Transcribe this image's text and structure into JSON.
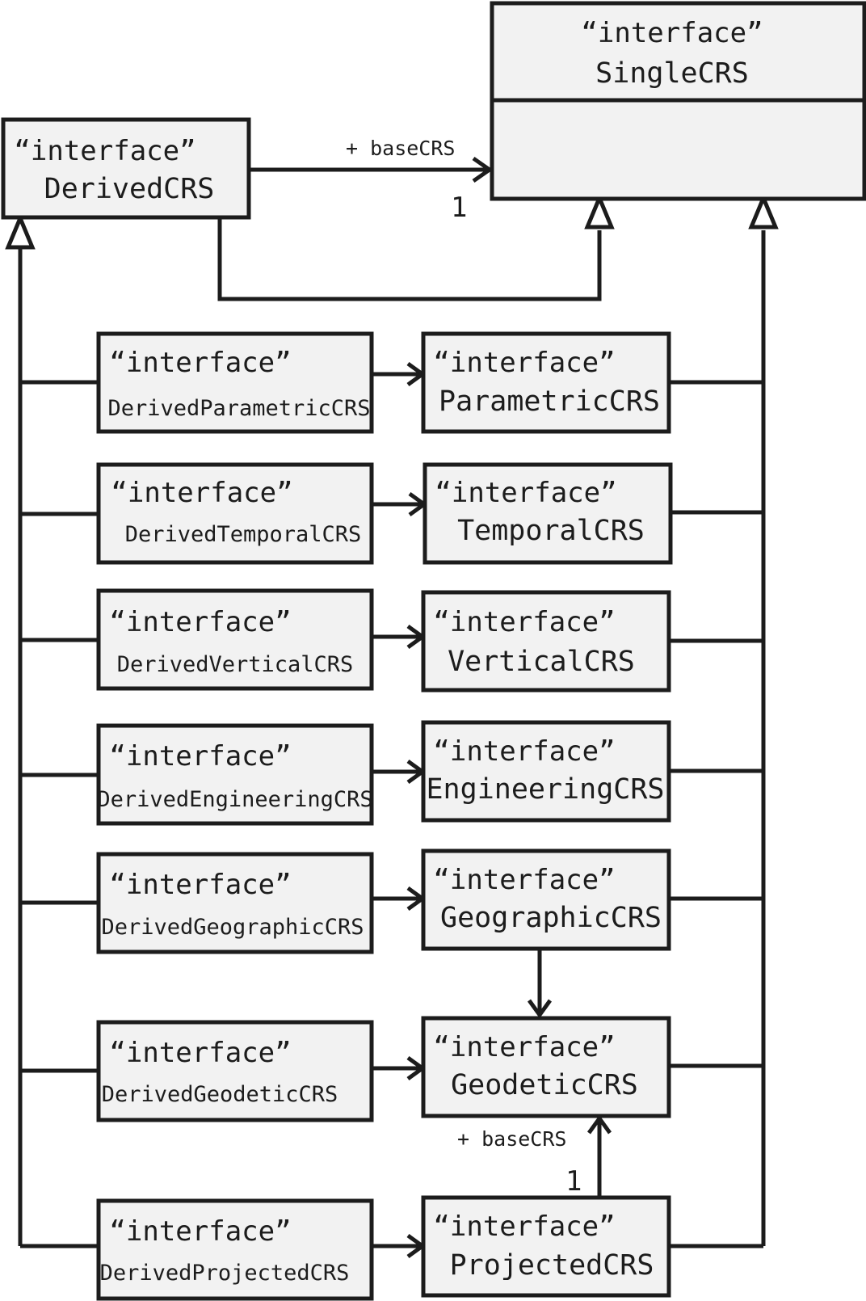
{
  "stereotype": "“interface”",
  "classes": {
    "single_crs": {
      "stereotype": "“interface”",
      "name": "SingleCRS"
    },
    "derived_crs": {
      "stereotype": "“interface”",
      "name": "DerivedCRS"
    },
    "derived_parametric": {
      "stereotype": "“interface”",
      "name": "DerivedParametricCRS"
    },
    "parametric": {
      "stereotype": "“interface”",
      "name": "ParametricCRS"
    },
    "derived_temporal": {
      "stereotype": "“interface”",
      "name": "DerivedTemporalCRS"
    },
    "temporal": {
      "stereotype": "“interface”",
      "name": "TemporalCRS"
    },
    "derived_vertical": {
      "stereotype": "“interface”",
      "name": "DerivedVerticalCRS"
    },
    "vertical": {
      "stereotype": "“interface”",
      "name": "VerticalCRS"
    },
    "derived_engineering": {
      "stereotype": "“interface”",
      "name": "DerivedEngineeringCRS"
    },
    "engineering": {
      "stereotype": "“interface”",
      "name": "EngineeringCRS"
    },
    "derived_geographic": {
      "stereotype": "“interface”",
      "name": "DerivedGeographicCRS"
    },
    "geographic": {
      "stereotype": "“interface”",
      "name": "GeographicCRS"
    },
    "derived_geodetic": {
      "stereotype": "“interface”",
      "name": "DerivedGeodeticCRS"
    },
    "geodetic": {
      "stereotype": "“interface”",
      "name": "GeodeticCRS"
    },
    "derived_projected": {
      "stereotype": "“interface”",
      "name": "DerivedProjectedCRS"
    },
    "projected": {
      "stereotype": "“interface”",
      "name": "ProjectedCRS"
    }
  },
  "associations": {
    "derived_base": {
      "role": "+ baseCRS",
      "multiplicity": "1"
    },
    "projected_base": {
      "role": "+ baseCRS",
      "multiplicity": "1"
    }
  }
}
